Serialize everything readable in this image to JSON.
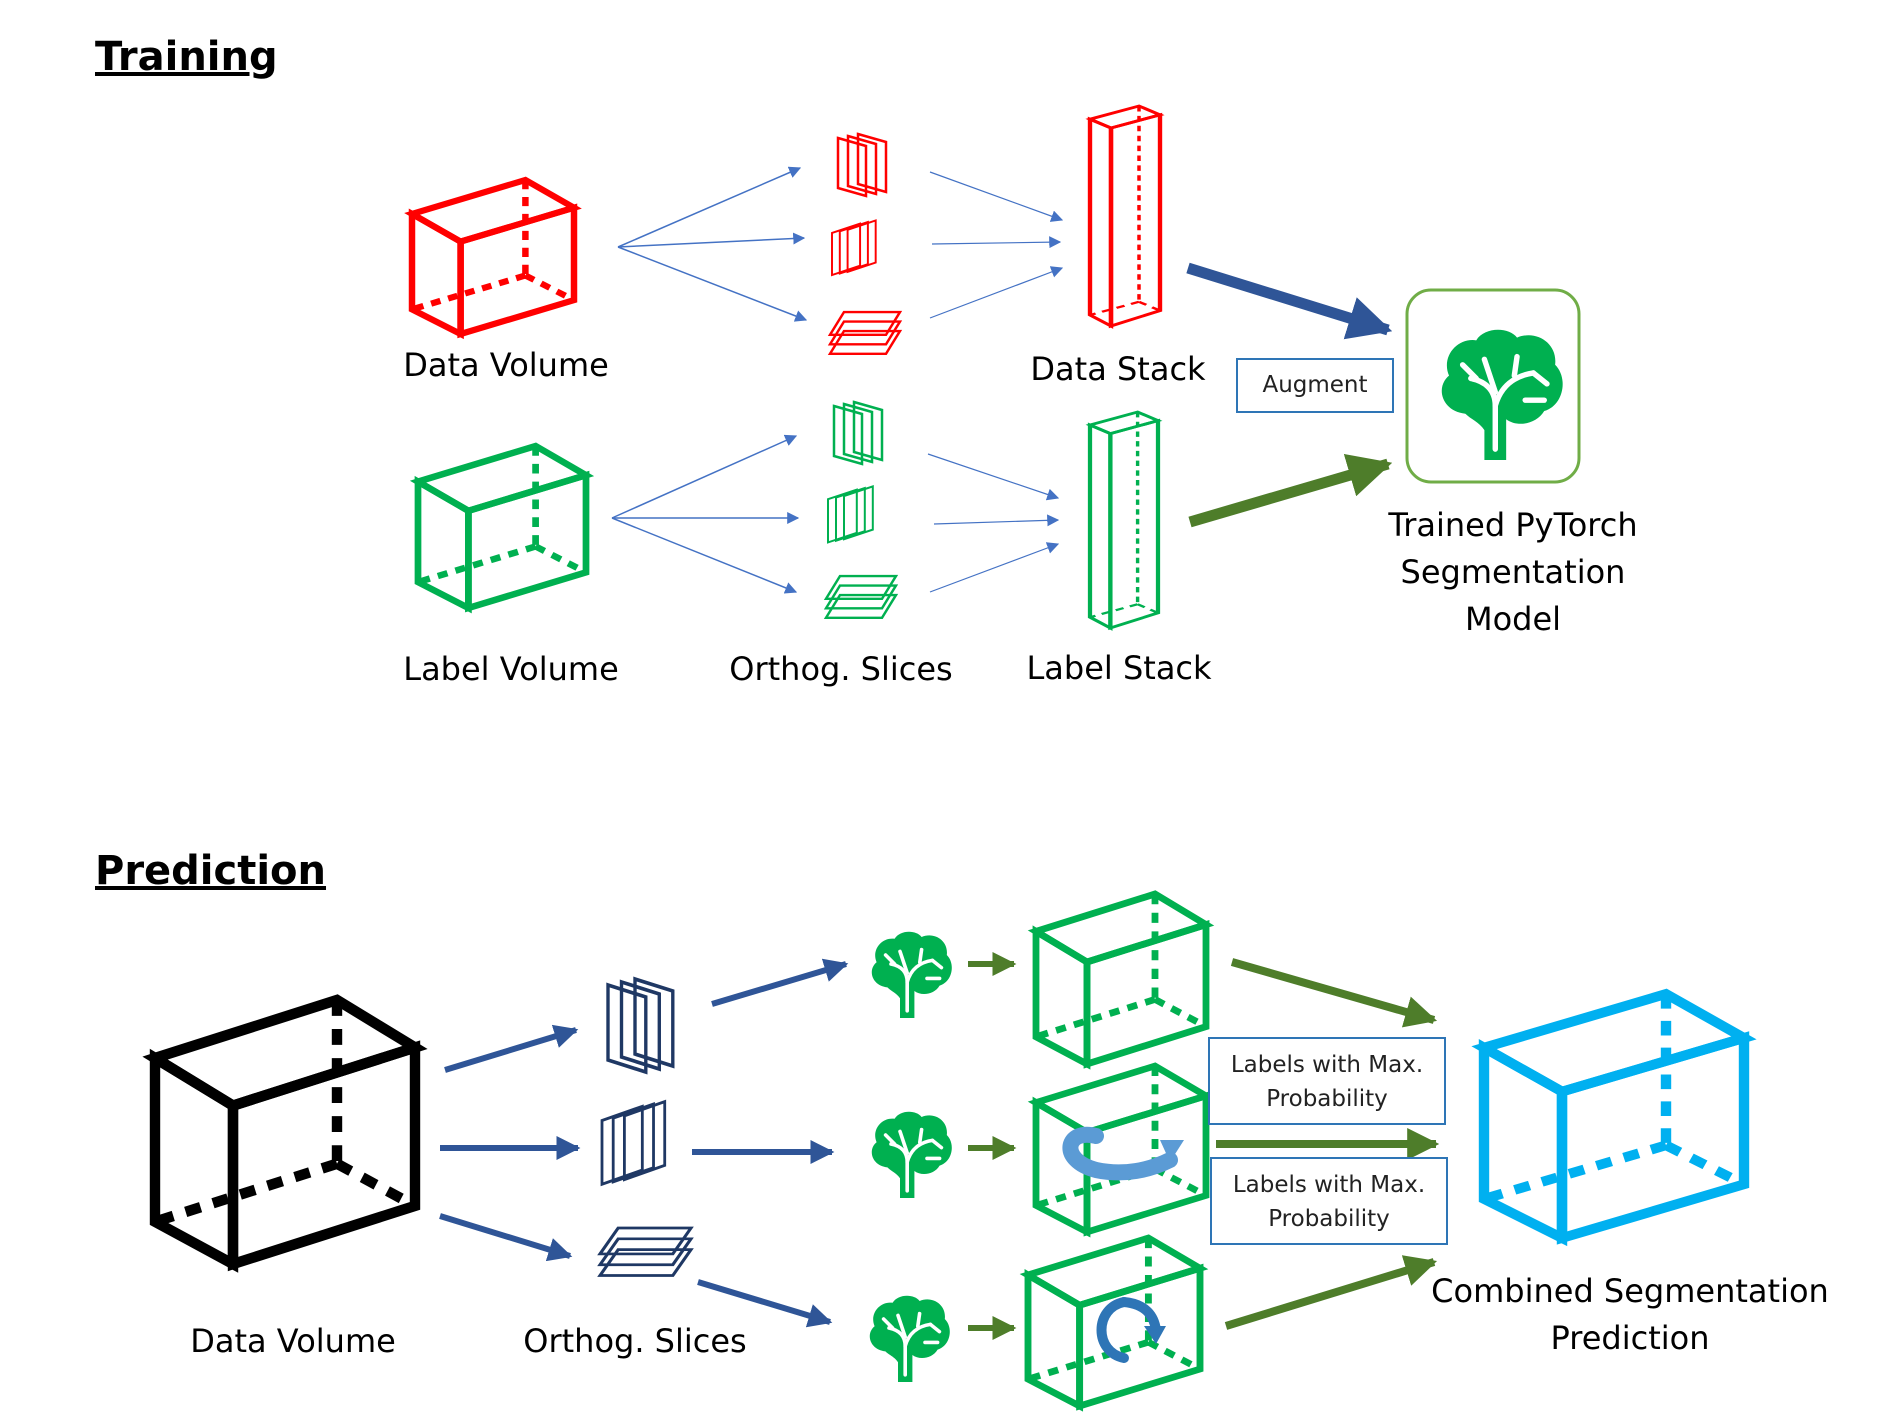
{
  "sections": {
    "training": "Training",
    "prediction": "Prediction"
  },
  "training": {
    "data_volume": "Data Volume",
    "label_volume": "Label Volume",
    "orthog_slices": "Orthog. Slices",
    "data_stack": "Data Stack",
    "label_stack": "Label Stack",
    "augment": "Augment",
    "model_lines": [
      "Trained PyTorch",
      "Segmentation",
      "Model"
    ]
  },
  "prediction": {
    "data_volume": "Data Volume",
    "orthog_slices": "Orthog. Slices",
    "max_prob_top": [
      "Labels with Max.",
      "Probability"
    ],
    "max_prob_bottom": [
      "Labels with Max.",
      "Probability"
    ],
    "combined_lines": [
      "Combined Segmentation",
      "Prediction"
    ]
  },
  "colors": {
    "data_red": "#ff0000",
    "label_green": "#00b050",
    "arrow_blue": "#4472c4",
    "arrow_dark_blue": "#2f5597",
    "arrow_green": "#70ad47",
    "slice_navy": "#1f3864",
    "brain_green": "#00b050",
    "model_border": "#70ad47",
    "output_cyan": "#00b0f0",
    "rotation_blue": "#2e75b6",
    "box_border": "#2e75b6"
  },
  "icons": [
    "cube-icon",
    "slice-stack-icon",
    "brain-icon",
    "rotation-arrow-icon"
  ]
}
